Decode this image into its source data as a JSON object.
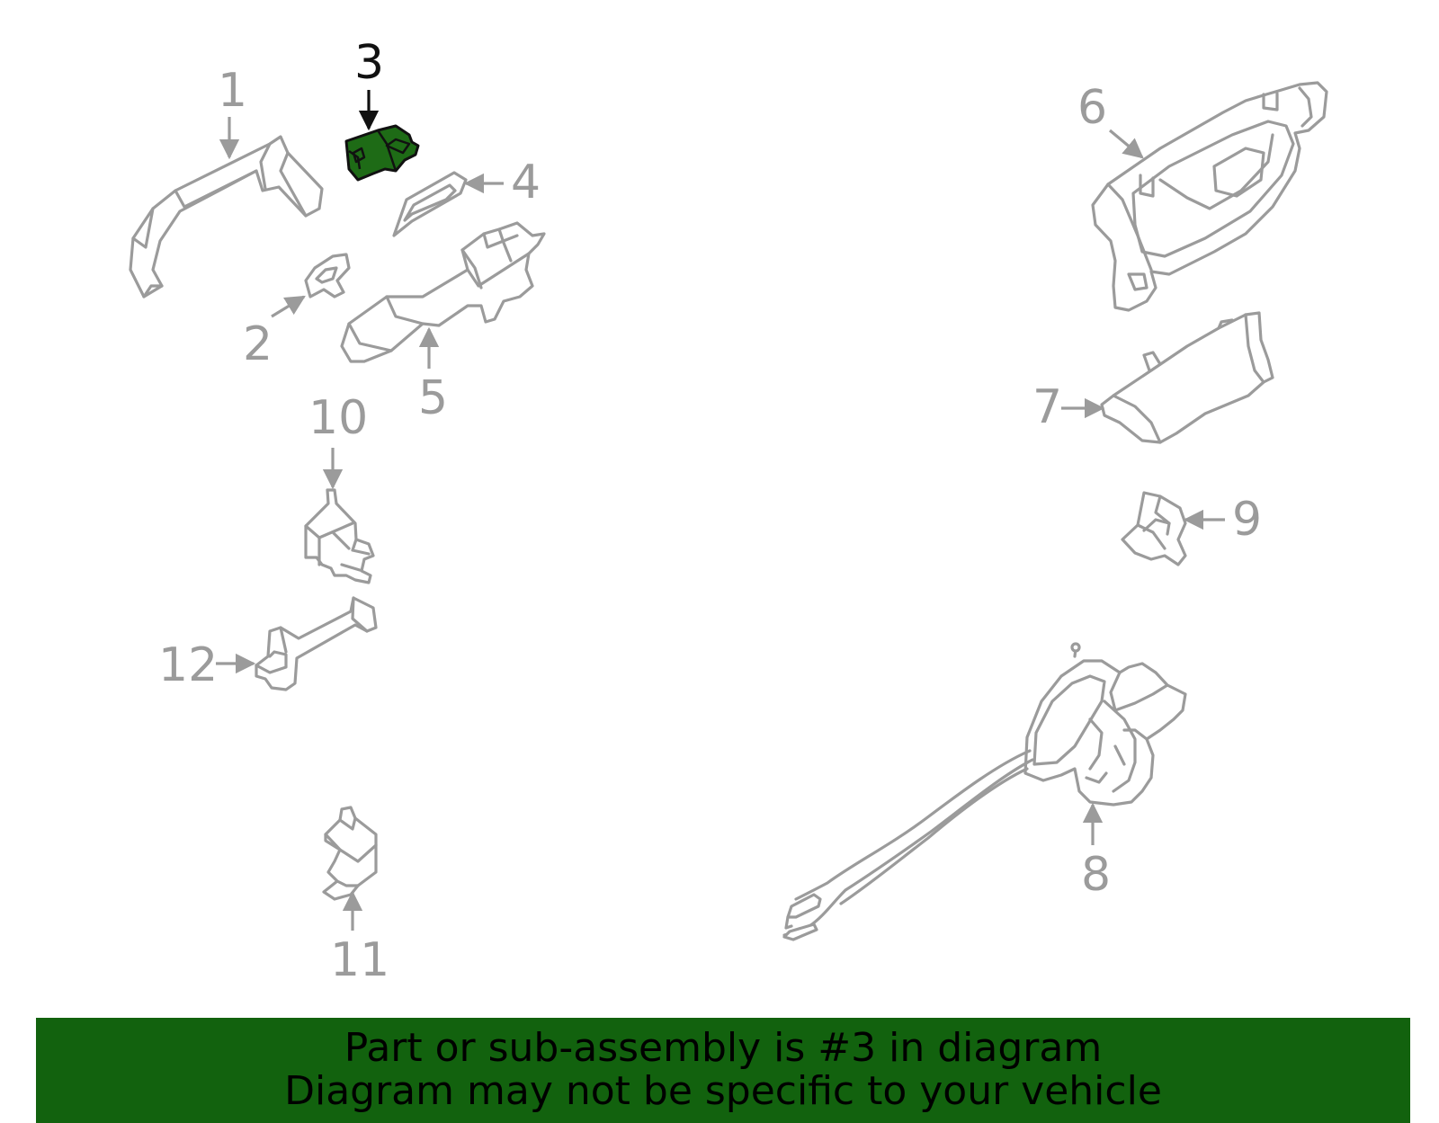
{
  "diagram": {
    "callouts": {
      "c1": "1",
      "c2": "2",
      "c3": "3",
      "c4": "4",
      "c5": "5",
      "c6": "6",
      "c7": "7",
      "c8": "8",
      "c9": "9",
      "c10": "10",
      "c11": "11",
      "c12": "12"
    },
    "highlight_color": "#1e6b16",
    "outline_color": "#9b9b9b"
  },
  "banner": {
    "line1": "Part or sub-assembly is #3 in diagram",
    "line2": "Diagram may not be specific to your vehicle",
    "background": "#12620e"
  }
}
